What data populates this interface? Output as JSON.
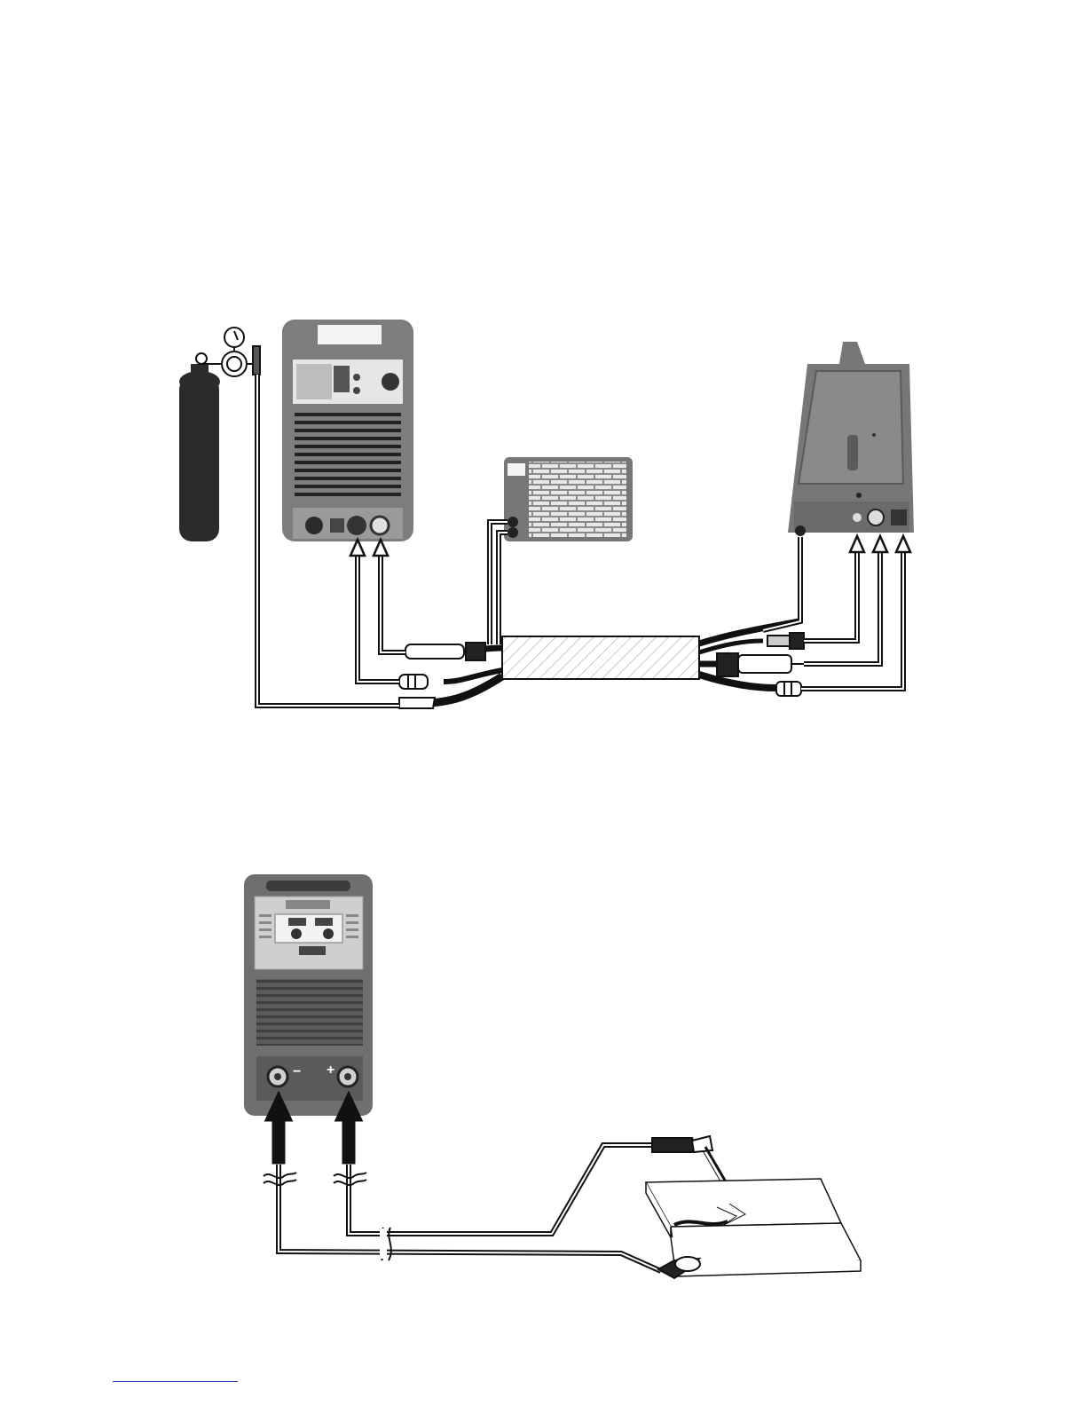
{
  "figure_top": {
    "components": [
      "gas-cylinder",
      "pressure-regulator",
      "power-source",
      "cooling-unit",
      "wire-feeder",
      "interconnection-cable"
    ],
    "colors": {
      "housing": "#7d7d7d",
      "housing_dark": "#555555",
      "cylinder": "#2b2b2b",
      "cable": "#111111",
      "bundle_fill": "#f4f4f4"
    }
  },
  "figure_bottom": {
    "components": [
      "power-source",
      "electrode-holder",
      "work-clamp",
      "workpiece"
    ],
    "polarity_minus": "−",
    "polarity_plus": "+",
    "colors": {
      "housing": "#6f6f6f",
      "panel": "#cfcfcf",
      "cable": "#111111"
    }
  }
}
